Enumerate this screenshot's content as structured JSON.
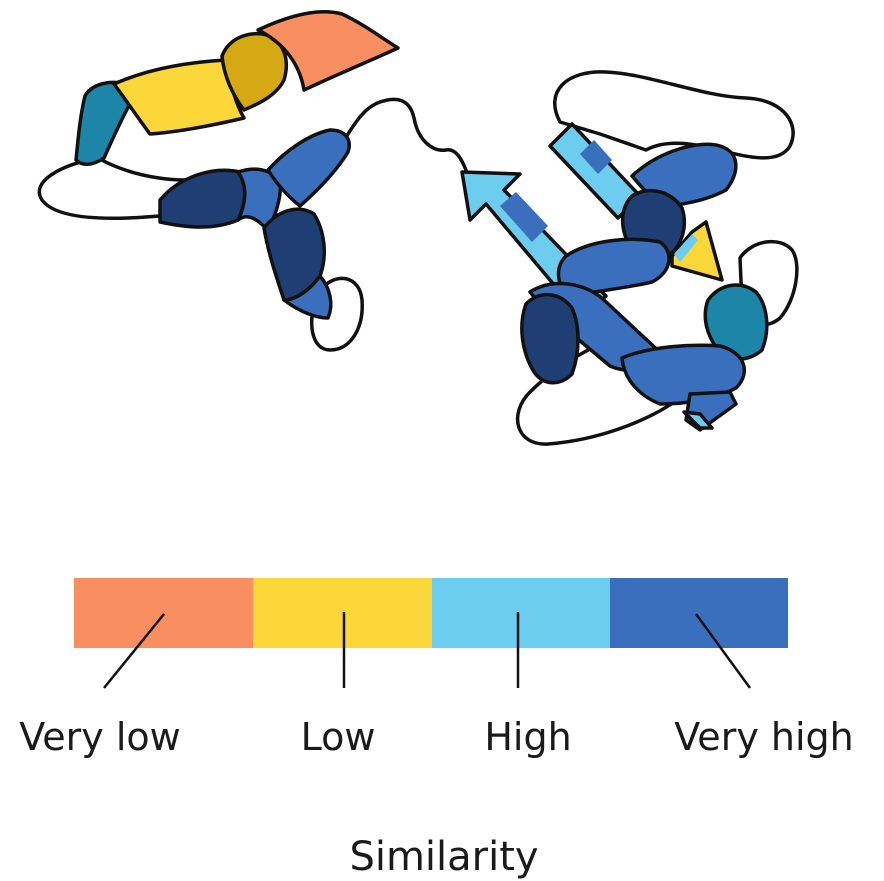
{
  "colors": {
    "very_low": "#F98E61",
    "low": "#FCD73A",
    "high": "#6CCDEF",
    "very_high": "#3A6FBD",
    "dark_blue": "#1F3E73",
    "teal": "#1D86A8",
    "mustard": "#D4A914",
    "coil": "#FFFFFF",
    "outline": "#111111"
  },
  "legend": {
    "title": "Similarity",
    "items": [
      {
        "label": "Very low",
        "color": "#F98E61"
      },
      {
        "label": "Low",
        "color": "#FCD73A"
      },
      {
        "label": "High",
        "color": "#6CCDEF"
      },
      {
        "label": "Very high",
        "color": "#3A6FBD"
      }
    ]
  }
}
